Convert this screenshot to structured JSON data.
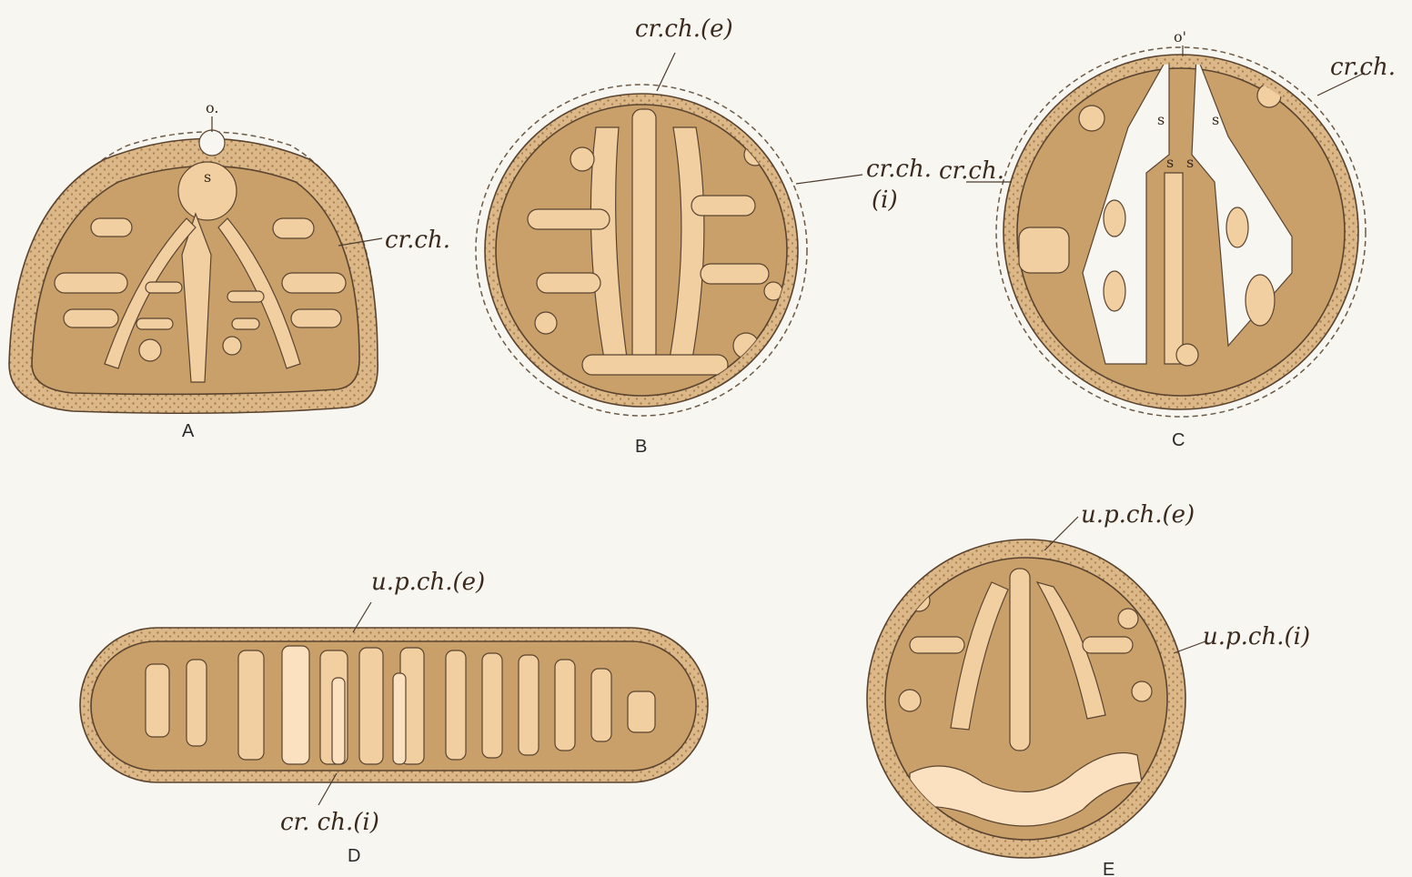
{
  "colors": {
    "background": "#f7f6f1",
    "tissue_dark": "#c9a06a",
    "tissue_light": "#f2cfa0",
    "tissue_pale": "#fbe1bf",
    "cortex": "#dcb888",
    "outline": "#5a4430"
  },
  "figures": {
    "A": {
      "caption": "A",
      "labels": {
        "o": "o.",
        "s": "s",
        "crch": "cr.ch."
      }
    },
    "B": {
      "caption": "B",
      "labels": {
        "crch_e": "cr.ch.(e)",
        "crch_i_top": "cr.ch.",
        "crch_i_bottom": "(i)"
      }
    },
    "C": {
      "caption": "C",
      "labels": {
        "o_prime": "o'",
        "crch_right": "cr.ch.",
        "crch_left": "cr.ch.",
        "s1": "s",
        "s2": "s",
        "s3": "s",
        "s4": "s"
      }
    },
    "D": {
      "caption": "D",
      "labels": {
        "upch_e": "u.p.ch.(e)",
        "crch_i": "cr. ch.(i)"
      }
    },
    "E": {
      "caption": "E",
      "labels": {
        "upch_e": "u.p.ch.(e)",
        "upch_i": "u.p.ch.(i)"
      }
    }
  }
}
